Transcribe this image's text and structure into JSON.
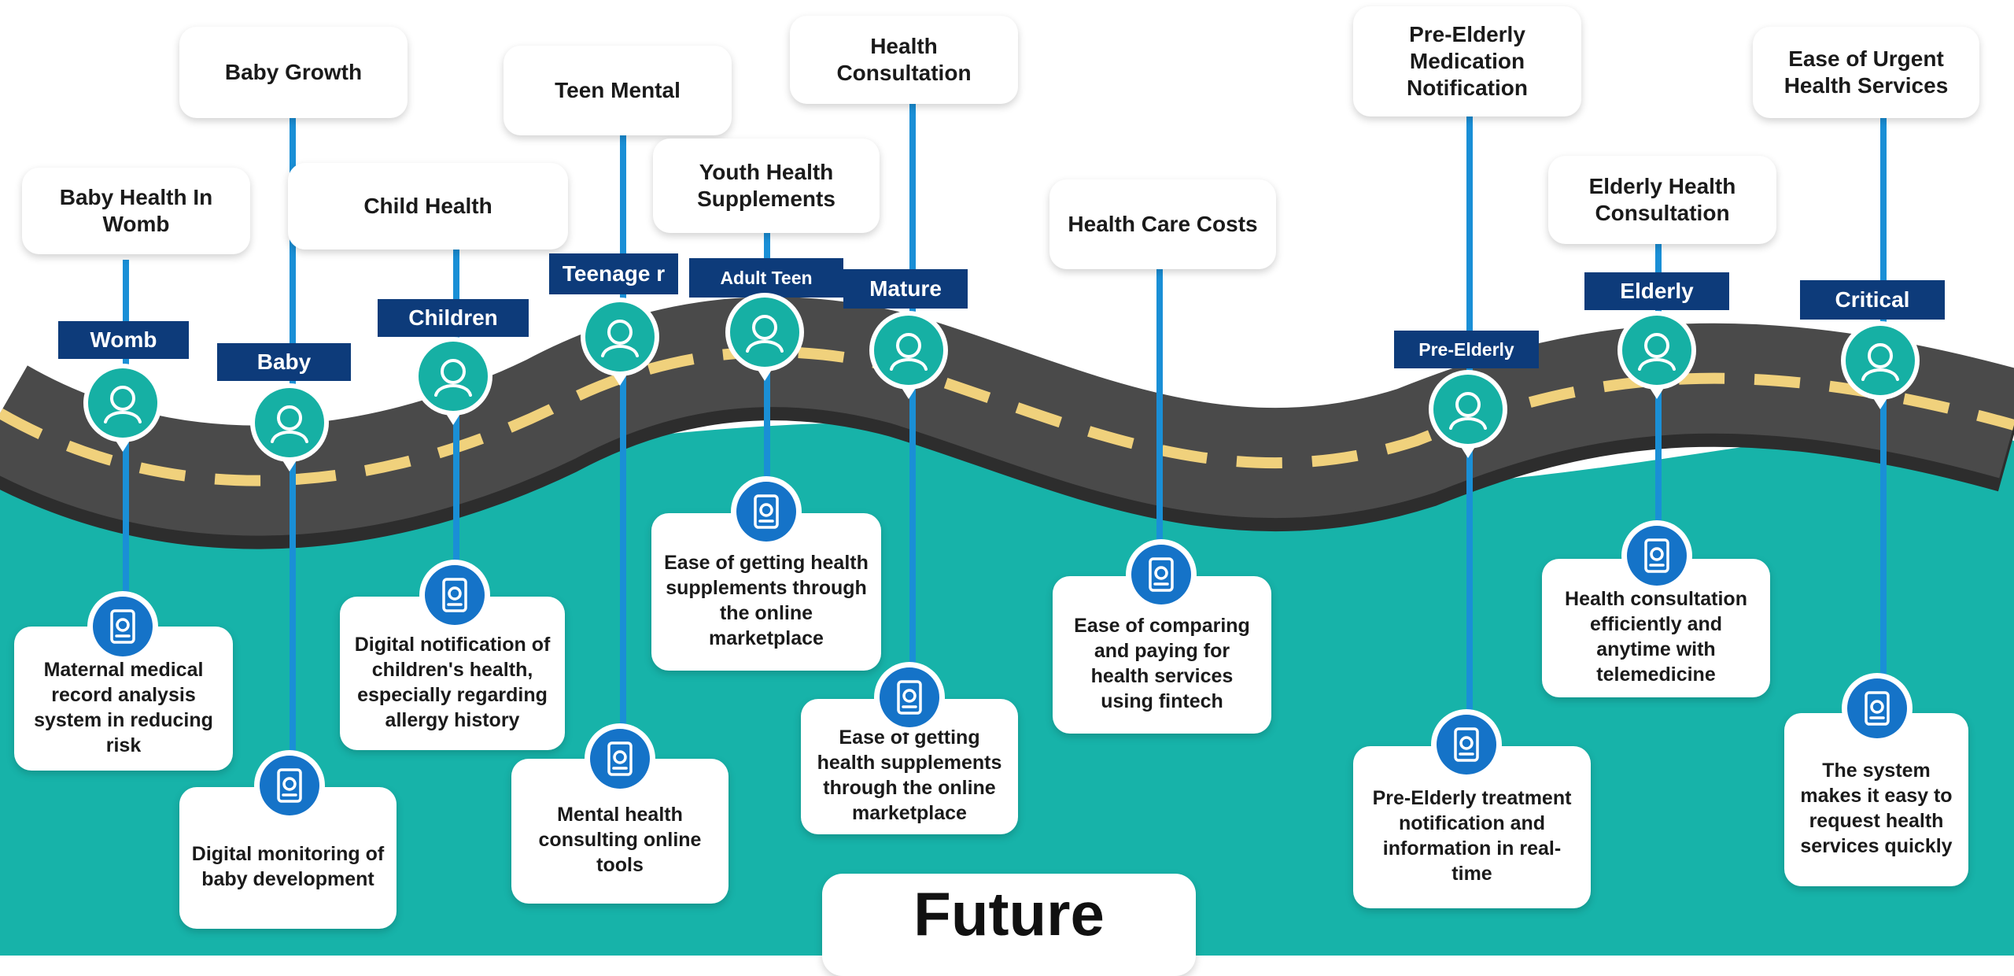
{
  "colors": {
    "teal": "#17b3a9",
    "road": "#4a4a4a",
    "dash": "#f0d17c",
    "stage_bg": "#0d3b7a",
    "connector": "#1a8fd6",
    "icon_blue": "#1573c8",
    "pin_teal": "#16b0a4"
  },
  "footer": {
    "title": "Future"
  },
  "stages": [
    {
      "stage": "Womb",
      "top": "Baby Health In Womb",
      "bottom": "Maternal medical record analysis system in reducing risk",
      "pin_icon": "fetus-icon",
      "bottom_icon": "mobile-medical-record-icon"
    },
    {
      "stage": "Baby",
      "top": "Baby Growth",
      "bottom": "Digital monitoring of baby development",
      "pin_icon": "crawling-baby-icon",
      "bottom_icon": "laptop-monitoring-icon"
    },
    {
      "stage": "Children",
      "top": "Child Health",
      "bottom": "Digital notification of children's health, especially regarding allergy history",
      "pin_icon": "family-icon",
      "bottom_icon": "thermometer-icon"
    },
    {
      "stage": "Teenage r",
      "top": "Teen Mental",
      "bottom": "Mental health consulting online tools",
      "pin_icon": "teen-group-icon",
      "bottom_icon": "people-support-icon"
    },
    {
      "stage": "Adult Teen",
      "top": "Youth Health Supplements",
      "bottom": "Ease of getting health supplements through the online marketplace",
      "pin_icon": "young-woman-icon",
      "bottom_icon": "lightbulb-network-icon"
    },
    {
      "stage": "Mature",
      "top": "Health Consultation",
      "bottom": "Ease of getting health supplements through the online marketplace",
      "pin_icon": "adult-man-icon",
      "bottom_icon": "mobile-stethoscope-icon"
    },
    {
      "stage": "",
      "top": "Health Care Costs",
      "bottom": "Ease of comparing and paying for health services using fintech",
      "pin_icon": "",
      "bottom_icon": "fintech-network-icon"
    },
    {
      "stage": "Pre-Elderly",
      "top": "Pre-Elderly Medication Notification",
      "bottom": "Pre-Elderly treatment notification and information in real-time",
      "pin_icon": "older-man-icon",
      "bottom_icon": "mobile-medical-icon"
    },
    {
      "stage": "Elderly",
      "top": "Elderly Health Consultation",
      "bottom": "Health consultation efficiently and anytime with telemedicine",
      "pin_icon": "elderly-cane-icon",
      "bottom_icon": "tablet-stethoscope-icon"
    },
    {
      "stage": "Critical",
      "top": "Ease of Urgent Health Services",
      "bottom": "The system makes it easy to request health services quickly",
      "pin_icon": "tombstone-icon",
      "bottom_icon": "hospital-icon"
    }
  ]
}
